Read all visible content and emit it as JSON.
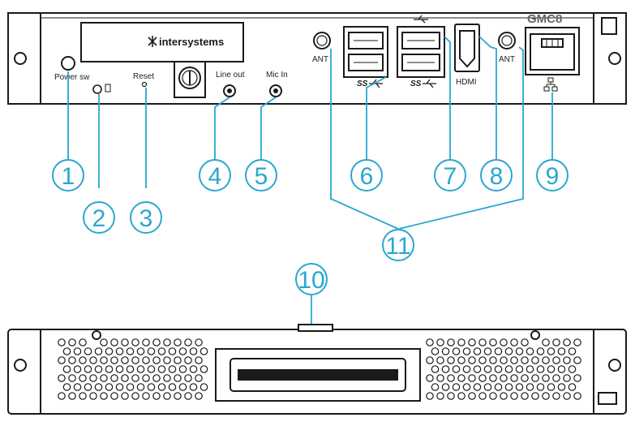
{
  "front_panel": {
    "model": "GMC8",
    "brand": "intersystems",
    "labels": {
      "power_sw": "Power sw",
      "reset": "Reset",
      "line_out": "Line out",
      "mic_in": "Mic In",
      "ant_left": "ANT",
      "ant_right": "ANT",
      "usb_left": "SS",
      "usb_right": "SS",
      "hdmi": "HDMI"
    }
  },
  "callouts": [
    "1",
    "2",
    "3",
    "4",
    "5",
    "6",
    "7",
    "8",
    "9",
    "10",
    "11"
  ],
  "colors": {
    "callout": "#2aa7cf",
    "outline": "#1a1a1a",
    "fill": "#ffffff",
    "hole": "#e6e6e6"
  }
}
